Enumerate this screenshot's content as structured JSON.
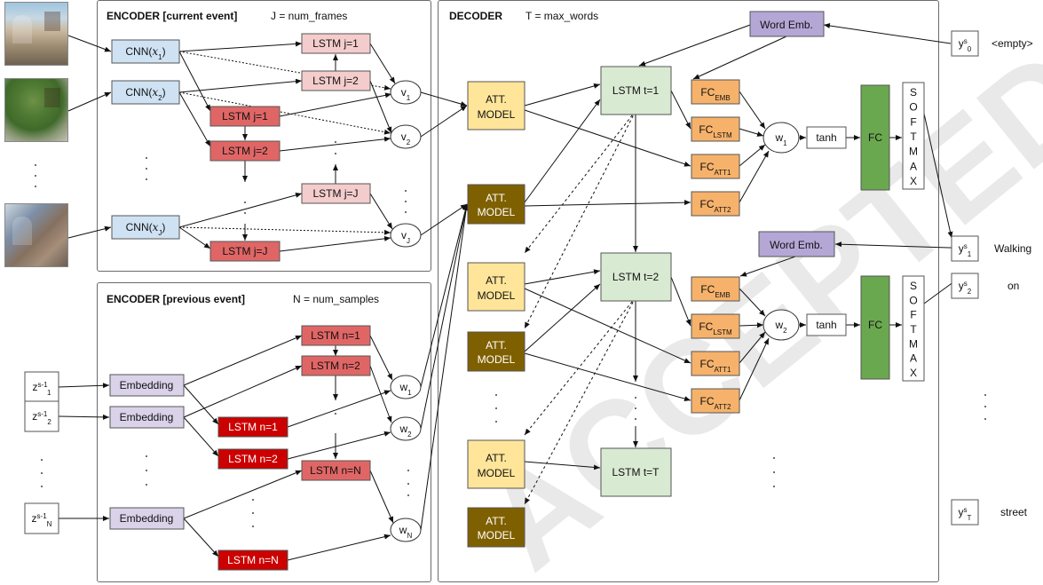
{
  "watermark": "ACCEPTED MANUSCRIPT",
  "encoder_current": {
    "title": "ENCODER  [current event]",
    "subtitle": "J = num_frames",
    "cnn": [
      "CNN(x_1)",
      "CNN(x_2)",
      "CNN(x_J)"
    ],
    "cnn_sub": [
      "1",
      "2",
      "J"
    ],
    "lstm_fwd": [
      "LSTM j=1",
      "LSTM j=2",
      "LSTM j=J"
    ],
    "lstm_bwd": [
      "LSTM j=1",
      "LSTM j=2",
      "LSTM j=J"
    ],
    "v": [
      "v",
      "v",
      "v"
    ],
    "v_sub": [
      "1",
      "2",
      "J"
    ]
  },
  "encoder_previous": {
    "title": "ENCODER  [previous event]",
    "subtitle": "N = num_samples",
    "z": [
      "z",
      "z",
      "z"
    ],
    "z_sup": [
      "s-1",
      "s-1",
      "s-1"
    ],
    "z_sub": [
      "1",
      "2",
      "N"
    ],
    "embedding": [
      "Embedding",
      "Embedding",
      "Embedding"
    ],
    "lstm_top": [
      "LSTM n=1",
      "LSTM n=2",
      "LSTM n=N"
    ],
    "lstm_bot": [
      "LSTM n=1",
      "LSTM n=2",
      "LSTM n=N"
    ],
    "w": [
      "w",
      "w",
      "w"
    ],
    "w_sub": [
      "1",
      "2",
      "N"
    ]
  },
  "decoder": {
    "title": "DECODER",
    "subtitle": "T = max_words",
    "att_model": [
      "ATT.",
      "MODEL"
    ],
    "lstm": [
      "LSTM t=1",
      "LSTM t=2",
      "LSTM t=T"
    ],
    "word_emb": "Word Emb.",
    "fc_prefix": "FC",
    "fc_subs": [
      "EMB",
      "LSTM",
      "ATT1",
      "ATT2"
    ],
    "w": "w",
    "w_sub": [
      "1",
      "2"
    ],
    "tanh": "tanh",
    "fc": "FC",
    "softmax_letters": [
      "S",
      "O",
      "F",
      "T",
      "M",
      "A",
      "X"
    ]
  },
  "outputs": {
    "y": "y",
    "y_sup": "s",
    "y_sub": [
      "0",
      "1",
      "2",
      "T"
    ],
    "words": [
      "<empty>",
      "Walking",
      "on",
      "street"
    ]
  },
  "colors": {
    "cnn": "#cfe2f3",
    "lstm_light": "#f4cccc",
    "lstm_mid": "#e06666",
    "lstm_dark": "#cc0000",
    "embedding": "#d9d2e9",
    "word_emb": "#b4a7d6",
    "att_light": "#ffe599",
    "att_dark": "#7f6000",
    "dec_lstm": "#d9ead3",
    "fc_small": "#f6b26b",
    "fc_big": "#6aa84f"
  }
}
